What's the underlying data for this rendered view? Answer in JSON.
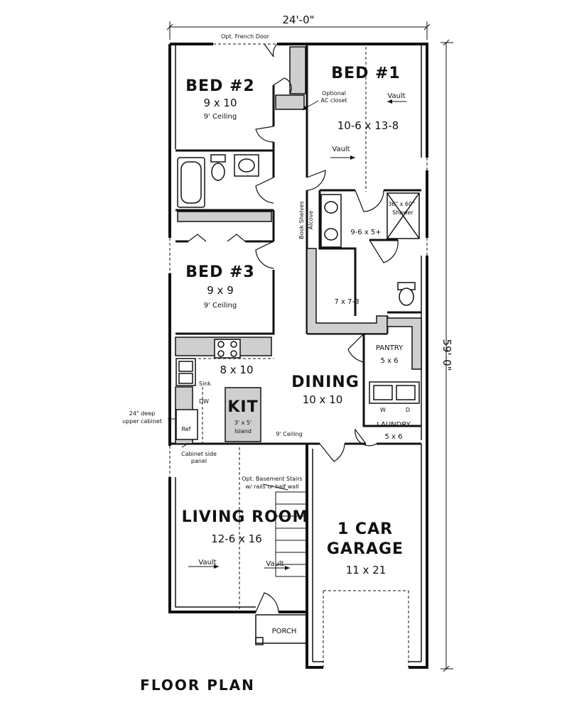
{
  "dimensions": {
    "width": "24'-0\"",
    "depth": "59'-0\""
  },
  "notes": {
    "french_door": "Opt. French Door",
    "ac_closet": [
      "Optional",
      "AC closet"
    ],
    "book_shelves": "Book Shelves",
    "alcove": "Alcove",
    "upper_cabinet": [
      "24\" deep",
      "upper cabinet"
    ],
    "cabinet_panel": [
      "Cabinet side",
      "panel"
    ],
    "basement_stairs": [
      "Opt. Basement Stairs",
      "w/ rails or half wall"
    ]
  },
  "rooms": {
    "bed2": {
      "name": "BED #2",
      "size": "9 x 10",
      "note": "9' Ceiling"
    },
    "bed1": {
      "name": "BED #1",
      "size": "10-6 x 13-8",
      "vault_a": "Vault",
      "vault_b": "Vault"
    },
    "bath": {
      "size": "9-6 x 5+"
    },
    "shower": {
      "size": "36\" x 60\"",
      "name": "Shower"
    },
    "closet": {
      "size": "7 x 7-8"
    },
    "bed3": {
      "name": "BED #3",
      "size": "9 x 9",
      "note": "9' Ceiling"
    },
    "kitchen": {
      "size": "8 x 10",
      "sink": "Sink",
      "dw": "DW",
      "ref": "Ref",
      "name": "KIT",
      "island": "3' x 5'",
      "island_label": "Island",
      "ceiling": "9' Ceiling"
    },
    "pantry": {
      "name": "PANTRY",
      "size": "5 x 6"
    },
    "dining": {
      "name": "DINING",
      "size": "10 x 10"
    },
    "laundry": {
      "name": "LAUNDRY",
      "size": "5 x 6",
      "w": "W",
      "d": "D"
    },
    "living": {
      "name": "LIVING ROOM",
      "size": "12-6 x 16",
      "vault_a": "Vault",
      "vault_b": "Vault"
    },
    "garage": {
      "name_line1": "1 CAR",
      "name_line2": "GARAGE",
      "size": "11 x 21"
    },
    "porch": {
      "name": "PORCH"
    }
  },
  "title": "FLOOR PLAN"
}
